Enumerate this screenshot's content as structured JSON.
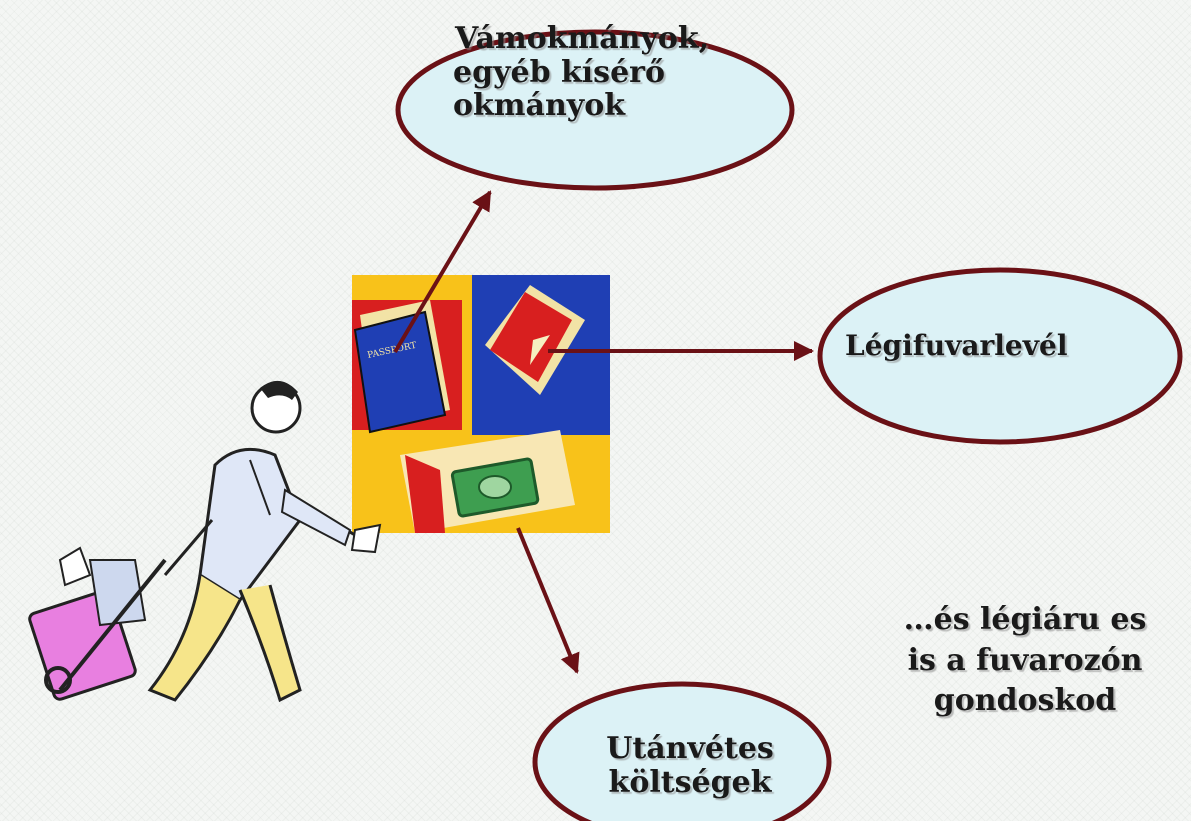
{
  "nodes": {
    "customs_documents": {
      "lines": [
        "Vámokmányok,",
        "egyéb kísérő",
        "okmányok"
      ]
    },
    "air_waybill": {
      "label": "Légifuvarlevél"
    },
    "cod_costs": {
      "lines": [
        "Utánvétes",
        "költségek"
      ]
    }
  },
  "footer_text": {
    "lines": [
      "…és légiáru es",
      "is a fuvarozón",
      "gondoskod"
    ]
  },
  "colors": {
    "bubble_fill": "#dcf2f6",
    "bubble_stroke": "#6a1116",
    "arrow": "#6a1116",
    "yellow": "#f8c21a",
    "red": "#d81f1f",
    "blue": "#1f3fb4"
  },
  "icons": [
    "passport-icon",
    "ticket-icon",
    "banknote-icon",
    "traveler-with-luggage-icon"
  ]
}
